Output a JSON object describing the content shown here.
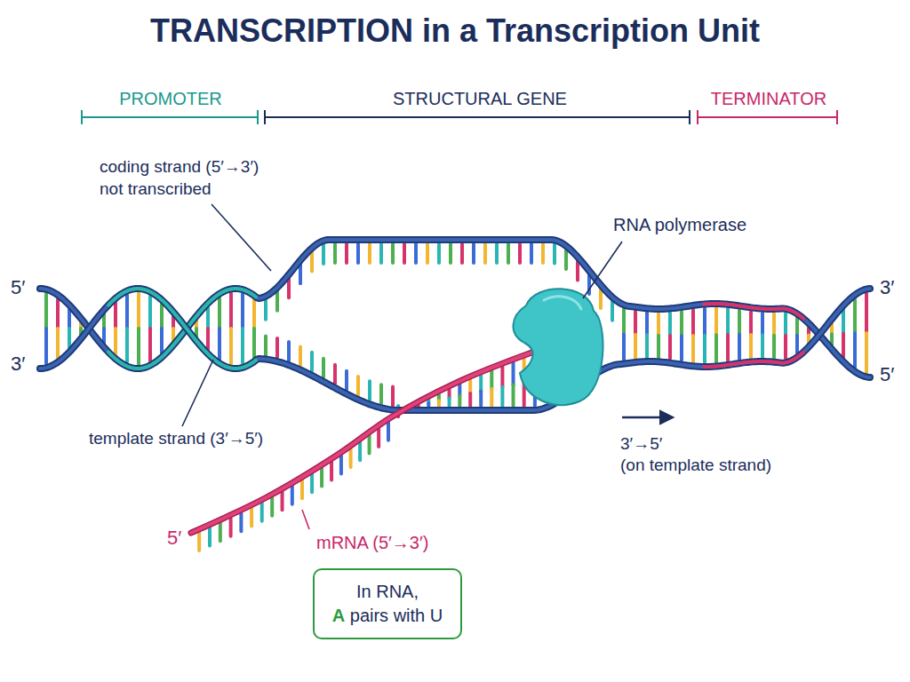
{
  "diagram": {
    "title": "TRANSCRIPTION in a Transcription Unit",
    "nodes": [
      {
        "text": [
          "In RNA,",
          "A pairs with U"
        ]
      }
    ],
    "labels": [
      "PROMOTER",
      "STRUCTURAL GENE",
      "TERMINATOR",
      "coding strand (5′→3′) not transcribed",
      "RNA polymerase",
      "5′",
      "3′",
      "3′",
      "5′",
      "template strand (3′→5′)",
      "3′→5′",
      "(on template strand)",
      "5′",
      "mRNA (5′→3′)"
    ]
  }
}
